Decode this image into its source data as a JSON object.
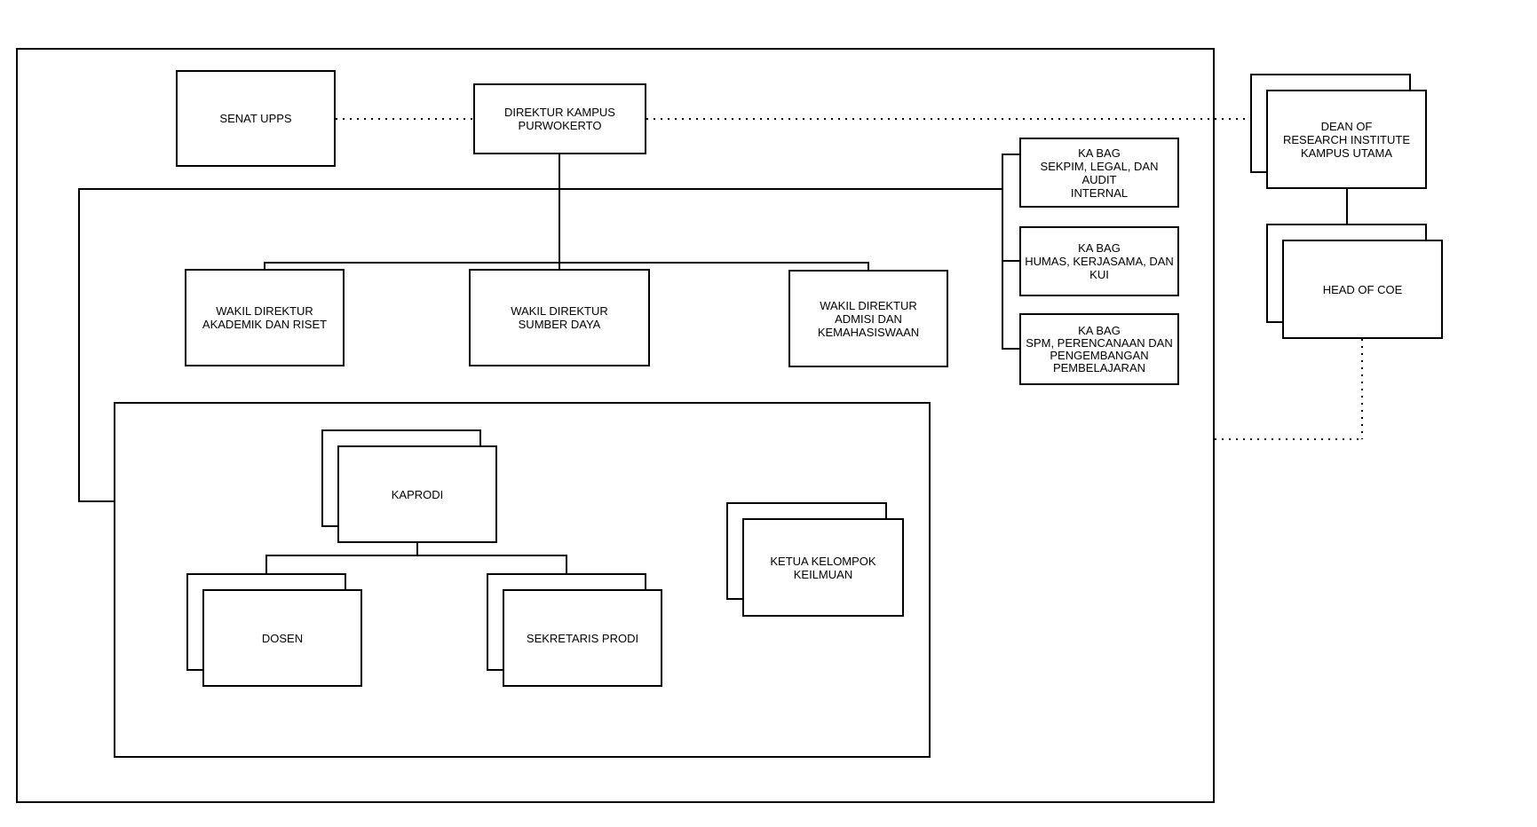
{
  "diagram": {
    "type": "org-chart",
    "colors": {
      "stroke": "#000000",
      "background": "#ffffff"
    },
    "nodes": {
      "senat": {
        "label": "SENAT UPPS"
      },
      "direktur": {
        "label": "DIREKTUR KAMPUS\nPURWOKERTO"
      },
      "wakil_akademik": {
        "label": "WAKIL DIREKTUR\nAKADEMIK DAN RISET"
      },
      "wakil_sumber": {
        "label": "WAKIL DIREKTUR\nSUMBER DAYA"
      },
      "wakil_admisi": {
        "label": "WAKIL DIREKTUR\nADMISI DAN KEMAHASISWAAN"
      },
      "kabag_sekpim": {
        "label": "KA BAG\nSEKPIM, LEGAL, DAN AUDIT\nINTERNAL"
      },
      "kabag_humas": {
        "label": "KA BAG\nHUMAS, KERJASAMA, DAN\nKUI"
      },
      "kabag_spm": {
        "label": "KA BAG\nSPM, PERENCANAAN DAN\nPENGEMBANGAN\nPEMBELAJARAN"
      },
      "dean": {
        "label": "DEAN OF\nRESEARCH INSTITUTE\nKAMPUS UTAMA"
      },
      "head_coe": {
        "label": "HEAD OF COE"
      },
      "kaprodi": {
        "label": "KAPRODI"
      },
      "dosen": {
        "label": "DOSEN"
      },
      "sekretaris": {
        "label": "SEKRETARIS PRODI"
      },
      "ketua_kelompok": {
        "label": "KETUA KELOMPOK\nKEILMUAN"
      }
    }
  }
}
